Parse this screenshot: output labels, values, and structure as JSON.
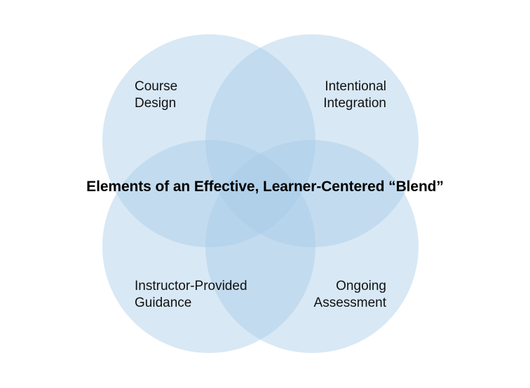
{
  "title": "Elements of an Effective, Learner-Centered “Blend”",
  "circles": [
    {
      "name": "course-design",
      "label": "Course\nDesign"
    },
    {
      "name": "intentional-integration",
      "label": "Intentional\nIntegration"
    },
    {
      "name": "instructor-provided-guidance",
      "label": "Instructor-Provided\nGuidance"
    },
    {
      "name": "ongoing-assessment",
      "label": "Ongoing\nAssessment"
    }
  ],
  "colors": {
    "circle_fill": "#a9cbe8",
    "text": "#111111",
    "title": "#000000"
  }
}
